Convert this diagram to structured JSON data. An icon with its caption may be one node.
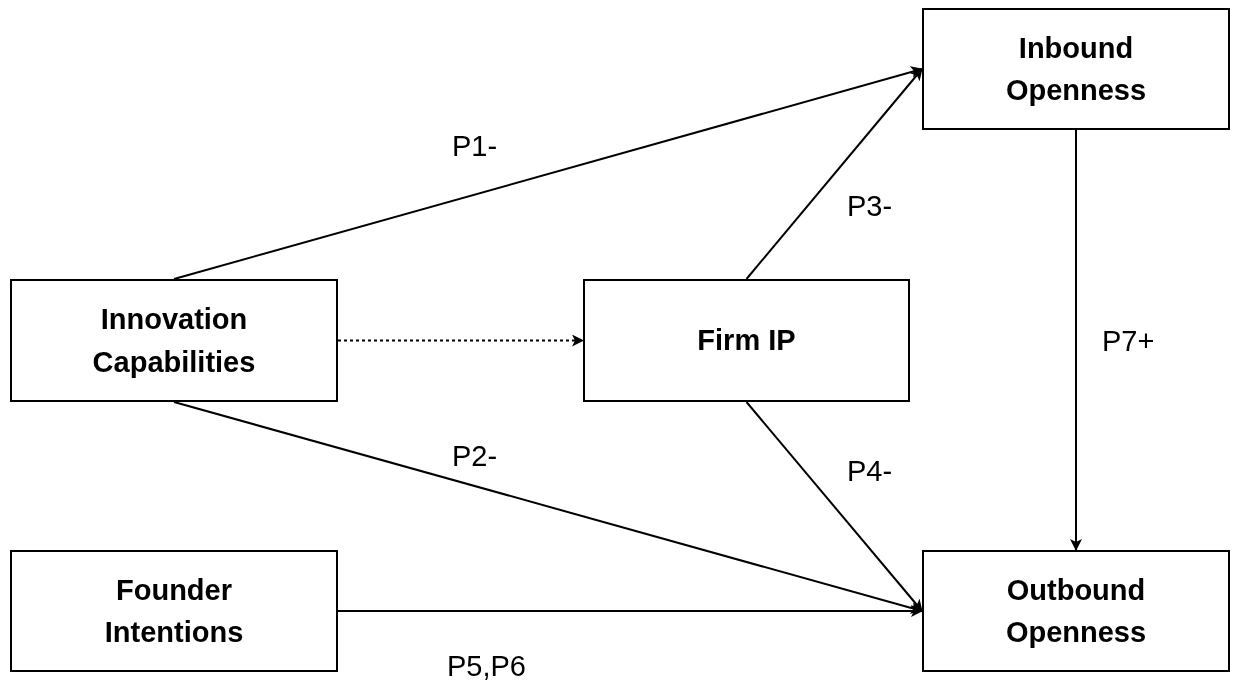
{
  "diagram": {
    "nodes": [
      {
        "text": [
          "Innovation Capabilities"
        ]
      },
      {
        "text": [
          "Firm IP"
        ]
      },
      {
        "text": [
          "Inbound Openness"
        ]
      },
      {
        "text": [
          "Founder Intentions"
        ]
      },
      {
        "text": [
          "Outbound Openness"
        ]
      }
    ],
    "edges": [
      {
        "from": 0,
        "to": 2,
        "arrow": "to",
        "label": "P1-"
      },
      {
        "from": 0,
        "to": 1,
        "arrow": "to",
        "style": "dashed"
      },
      {
        "from": 1,
        "to": 2,
        "arrow": "to",
        "label": "P3-"
      },
      {
        "from": 0,
        "to": 4,
        "arrow": "to",
        "label": "P2-"
      },
      {
        "from": 1,
        "to": 4,
        "arrow": "to",
        "label": "P4-"
      },
      {
        "from": 3,
        "to": 4,
        "arrow": "to",
        "label": "P5,P6"
      },
      {
        "from": 2,
        "to": 4,
        "arrow": "to",
        "label": "P7+"
      }
    ]
  }
}
